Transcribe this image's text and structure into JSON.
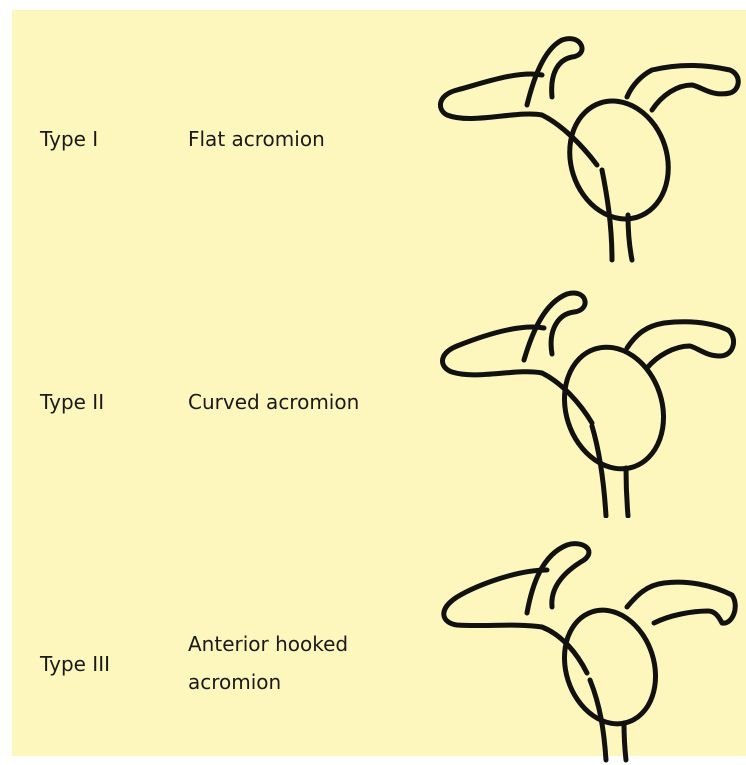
{
  "rows": [
    {
      "type": "Type I",
      "description": [
        "Flat acromion"
      ]
    },
    {
      "type": "Type II",
      "description": [
        "Curved acromion"
      ]
    },
    {
      "type": "Type III",
      "description": [
        "Anterior hooked",
        "acromion"
      ]
    }
  ],
  "colors": {
    "background": "#fdf6bd",
    "stroke": "#111111"
  }
}
